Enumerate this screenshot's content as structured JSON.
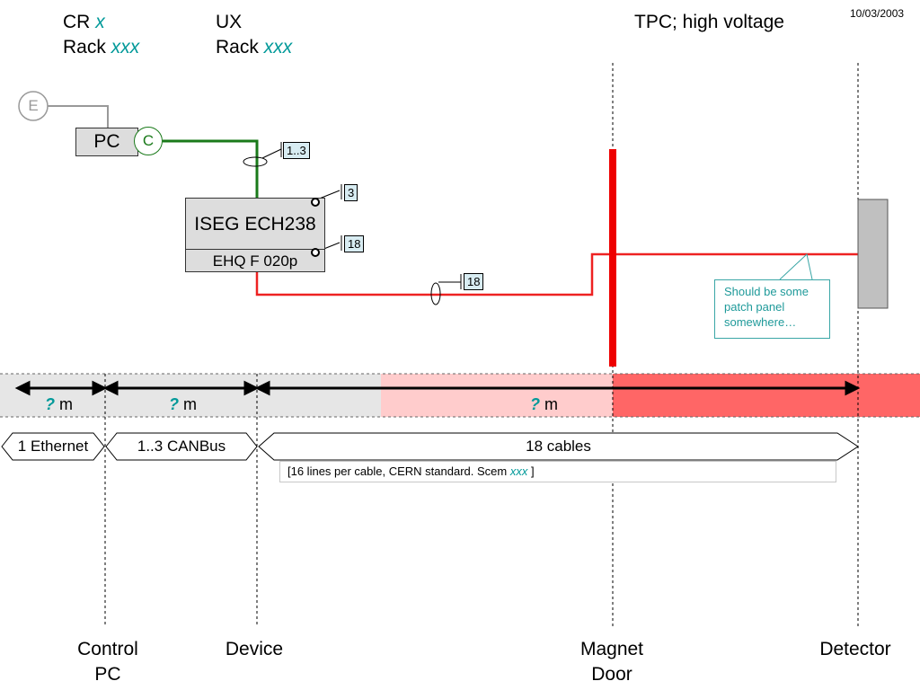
{
  "header": {
    "cr_label": "CR",
    "cr_value": "x",
    "cr_rack_label": "Rack",
    "cr_rack_value": "xxx",
    "ux_label": "UX",
    "ux_rack_label": "Rack",
    "ux_rack_value": "xxx",
    "title": "TPC; high voltage",
    "date": "10/03/2003"
  },
  "nodes": {
    "e_label": "E",
    "pc_label": "PC",
    "c_label": "C",
    "iseg_label": "ISEG ECH238",
    "ehq_label": "EHQ F 020p",
    "detector_label": "Detector"
  },
  "tags": {
    "canbus_count": "1..3",
    "iseg_top_count": "3",
    "iseg_bottom_count": "18",
    "cable_count": "18"
  },
  "note": {
    "text": "Should be some patch panel somewhere…"
  },
  "distances": [
    {
      "value": "?",
      "unit": "m"
    },
    {
      "value": "?",
      "unit": "m"
    },
    {
      "value": "?",
      "unit": "m"
    }
  ],
  "segments": {
    "ethernet": "1 Ethernet",
    "canbus": "1..3 CANBus",
    "cables": "18 cables",
    "cables_note_prefix": "[16 lines per cable, CERN standard. Scem",
    "cables_note_italic": "xxx",
    "cables_note_suffix": "]"
  },
  "bottom_labels": {
    "control_pc_line1": "Control",
    "control_pc_line2": "PC",
    "device": "Device",
    "magnet_line1": "Magnet",
    "magnet_line2": "Door",
    "detector": "Detector"
  },
  "colors": {
    "green_cable": "#1a7a1a",
    "red_cable": "#ee2222",
    "teal": "#009999",
    "band_grey": "#e6e6e6",
    "band_light_red": "#ffcccc",
    "band_red": "#ff6666"
  }
}
